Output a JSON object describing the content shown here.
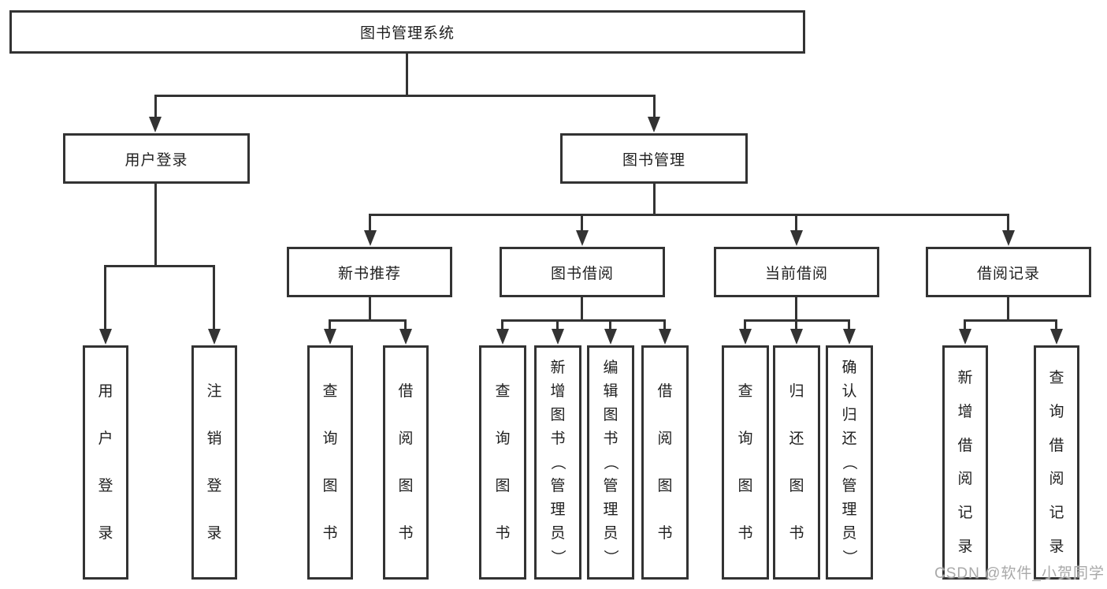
{
  "nodes": {
    "root": "图书管理系统",
    "user_login": "用户登录",
    "book_mgmt": "图书管理",
    "new_books": "新书推荐",
    "book_borrow": "图书借阅",
    "current_borrow": "当前借阅",
    "borrow_records": "借阅记录",
    "leaf_user_login": "用户登录",
    "leaf_logout": "注销登录",
    "nb_query": "查询图书",
    "nb_borrow": "借阅图书",
    "bb_query": "查询图书",
    "bb_add": "新增图书（管理员）",
    "bb_edit": "编辑图书（管理员）",
    "bb_borrow": "借阅图书",
    "cb_query": "查询图书",
    "cb_return": "归还图书",
    "cb_confirm": "确认归还（管理员）",
    "br_add": "新增借阅记录",
    "br_query": "查询借阅记录"
  },
  "watermark": "CSDN @软件_小贺同学",
  "colors": {
    "line": "#333333",
    "text": "#1f1f1f",
    "watermark": "#a9a9a9",
    "background": "#ffffff"
  }
}
